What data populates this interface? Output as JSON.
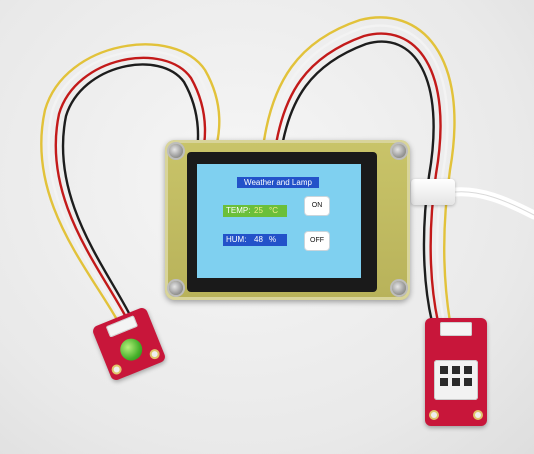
{
  "screen": {
    "title": "Weather and Lamp",
    "temp": {
      "label": "TEMP:",
      "value": "25",
      "unit": "°C"
    },
    "hum": {
      "label": "HUM:",
      "value": "48",
      "unit": "%"
    },
    "buttons": {
      "on": "ON",
      "off": "OFF"
    }
  },
  "colors": {
    "screen_bg": "#7fd0f0",
    "title_bg": "#2352c9",
    "temp_bg": "#6bbf3a",
    "hum_bg": "#2352c9",
    "module_red": "#c8163a",
    "board_yellow": "#c9c469"
  }
}
